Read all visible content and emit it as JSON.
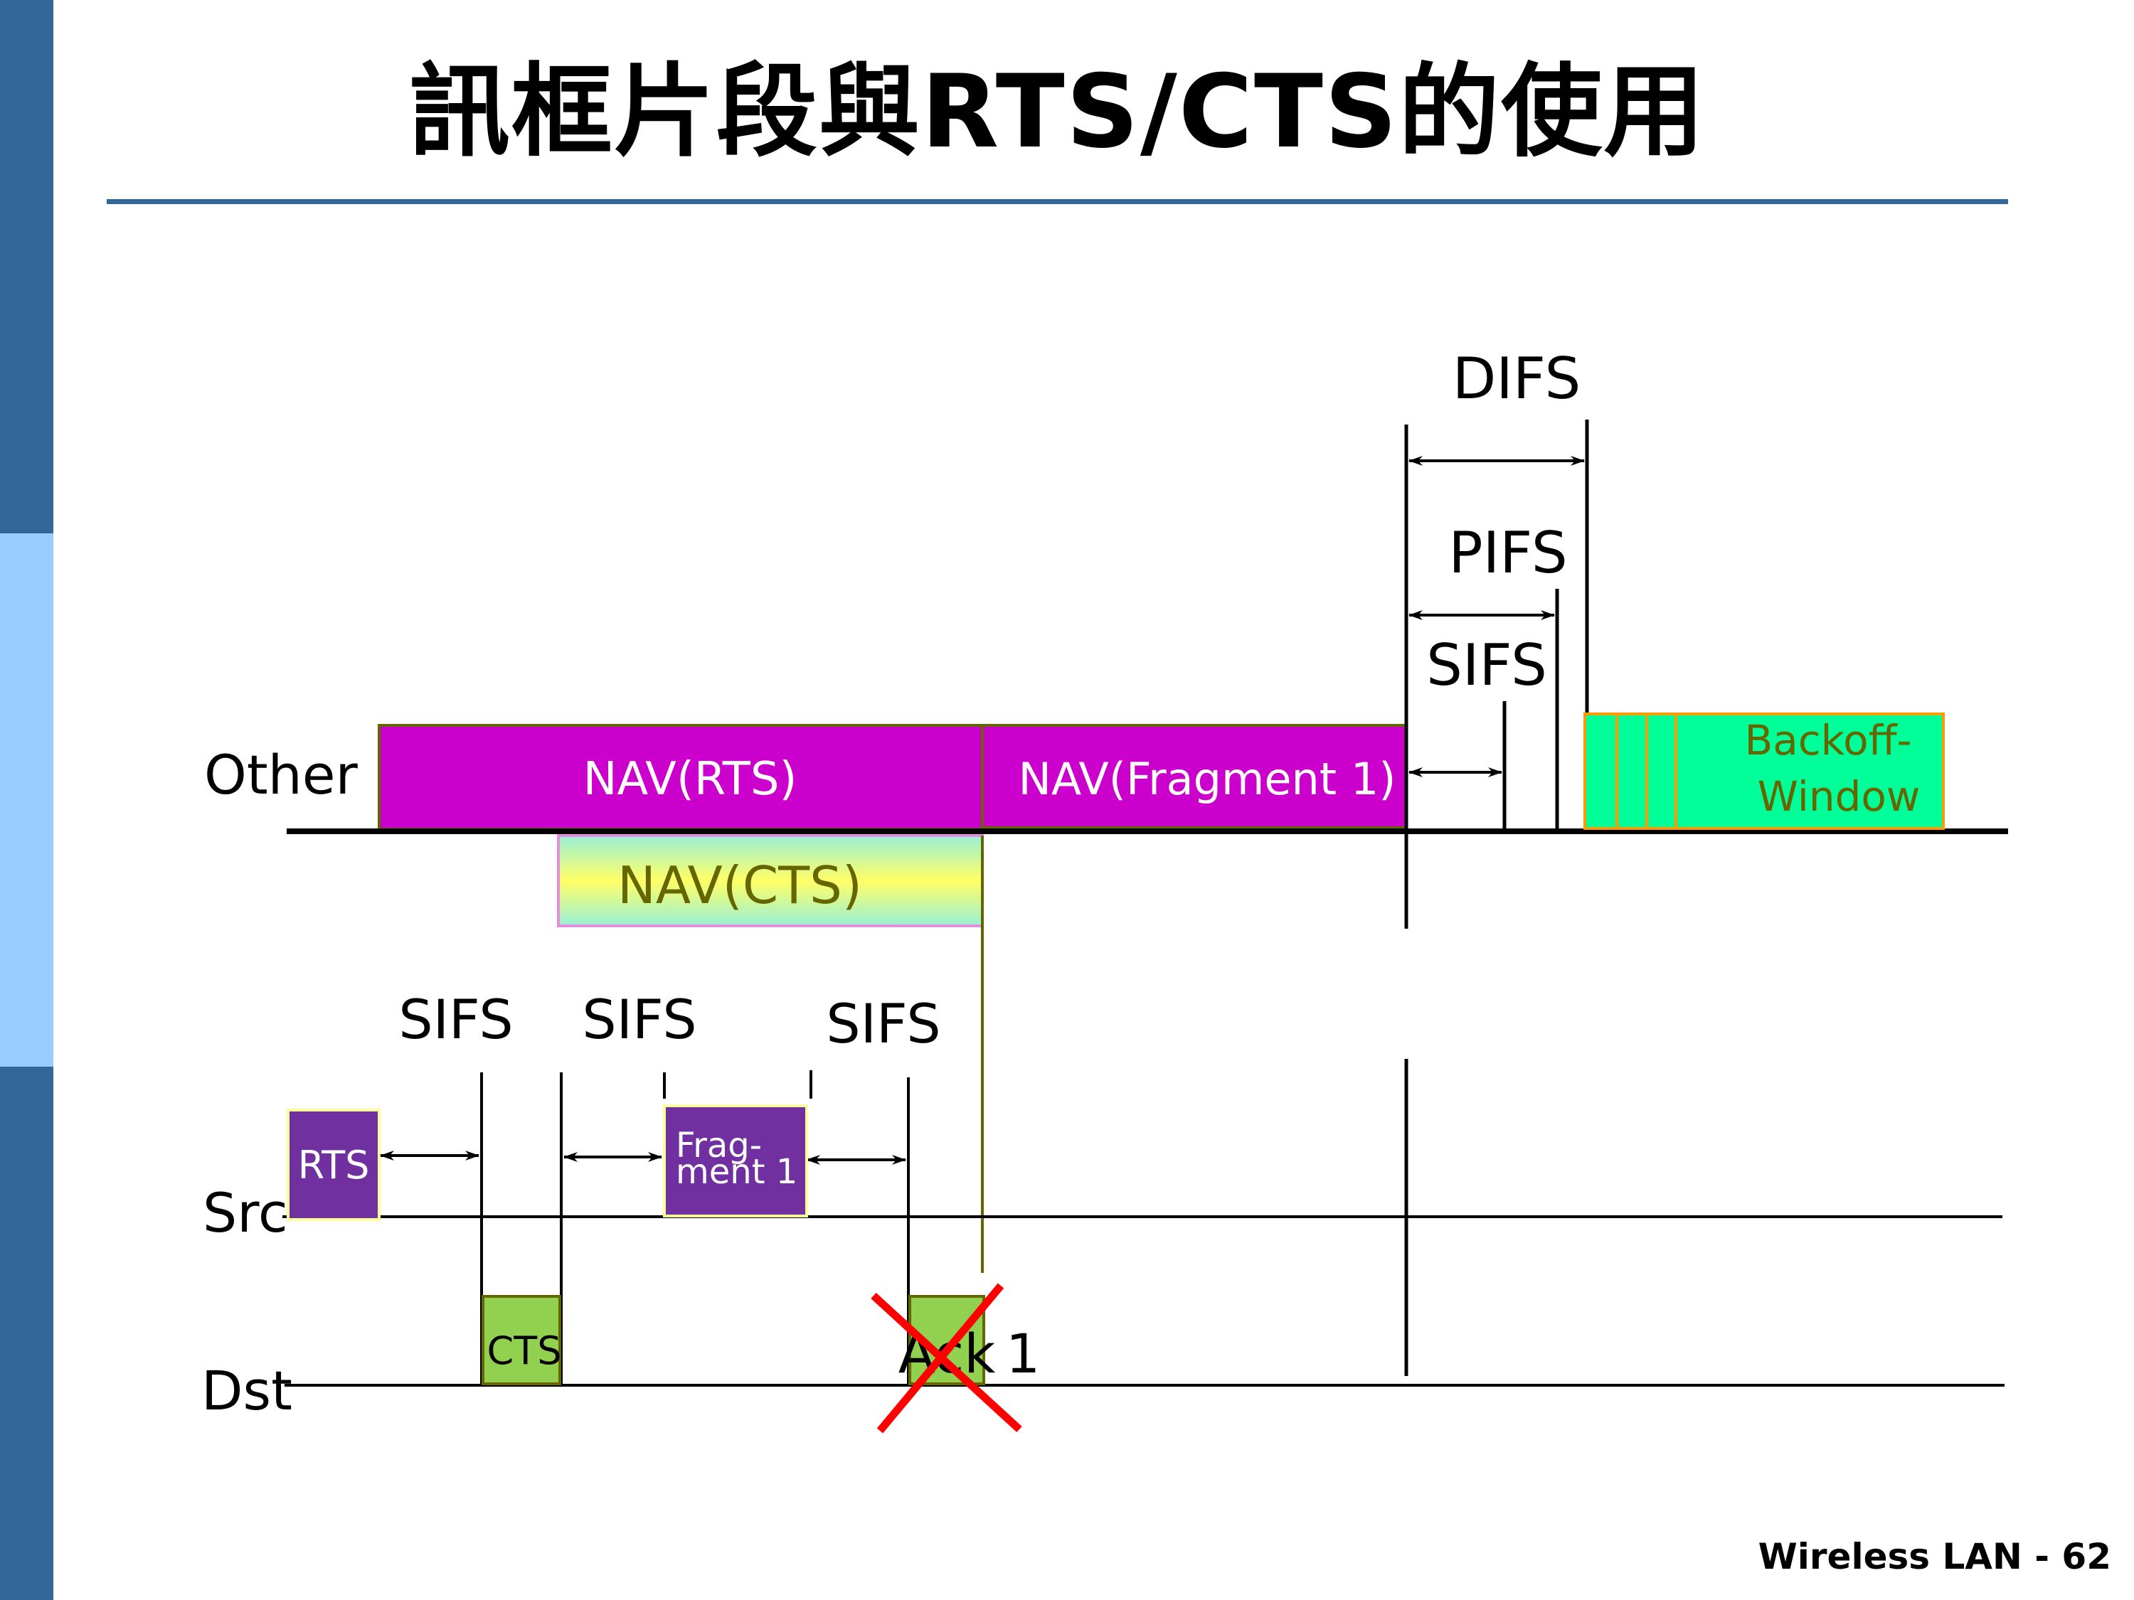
{
  "slide": {
    "title": "訊框片段與RTS/CTS的使用",
    "footer": "Wireless LAN - 62",
    "colors": {
      "sidebar_dark": "#336699",
      "sidebar_light": "#99ccff",
      "title_rule": "#336699",
      "nav_fill": "#cc00cc",
      "nav_border": "#666600",
      "frame_src_fill": "#7030a0",
      "frame_src_border": "#ffff99",
      "frame_dst_fill": "#92d050",
      "frame_dst_border": "#666600",
      "backoff_fill": "#00ff99",
      "backoff_border": "#ff9900",
      "backoff_text": "#666600",
      "nav_cts_text": "#666600",
      "cross": "#ff0000"
    }
  },
  "diagram": {
    "rows": {
      "other": "Other",
      "src": "Src",
      "dst": "Dst"
    },
    "nav_blocks": {
      "nav_rts": "NAV(RTS)",
      "nav_fragment1": "NAV(Fragment 1)",
      "nav_cts": "NAV(CTS)"
    },
    "frames": {
      "rts": "RTS",
      "fragment1_line1": "Frag-",
      "fragment1_line2": "ment 1",
      "cts": "CTS",
      "ack1_prefix": "Ack",
      "ack1_suffix": "1",
      "ack1_status": "lost (crossed out)"
    },
    "intervals": {
      "sifs_1": "SIFS",
      "sifs_2": "SIFS",
      "sifs_3": "SIFS",
      "difs": "DIFS",
      "pifs": "PIFS",
      "sifs_other": "SIFS"
    },
    "backoff": {
      "line1": "Backoff-",
      "line2": "Window",
      "slots_before_window": 3
    }
  }
}
